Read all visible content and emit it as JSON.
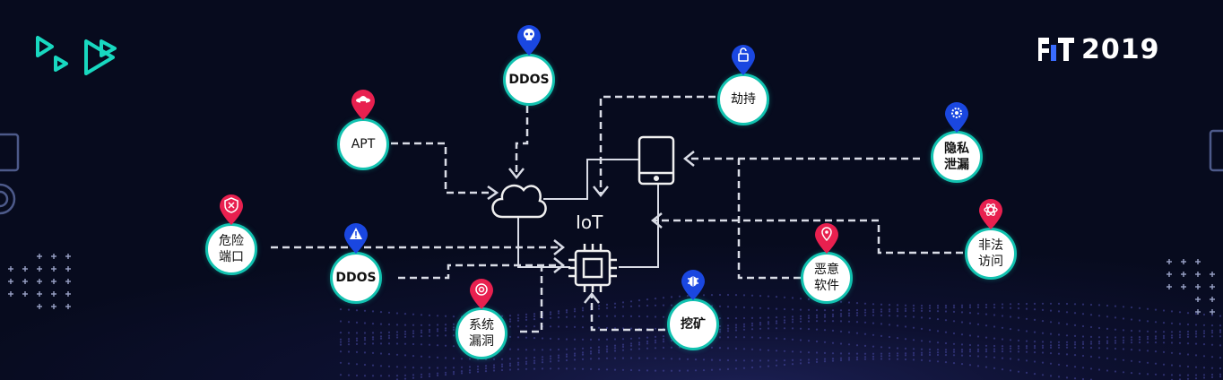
{
  "brand": {
    "logo_text": "FIT 2019"
  },
  "center": {
    "label": "IoT"
  },
  "threats": [
    {
      "id": "ddos-top",
      "label": "DDOS",
      "icon": "skull-icon",
      "color": "#1a47e0"
    },
    {
      "id": "hijack",
      "label": "劫持",
      "icon": "unlock-icon",
      "color": "#1a47e0"
    },
    {
      "id": "apt",
      "label": "APT",
      "icon": "hacker-icon",
      "color": "#e8204f"
    },
    {
      "id": "privacy-leak",
      "label": "隐私\n泄漏",
      "icon": "gear-icon",
      "color": "#1a47e0"
    },
    {
      "id": "danger-port",
      "label": "危险\n端口",
      "icon": "shield-x-icon",
      "color": "#e8204f"
    },
    {
      "id": "ddos-bottom",
      "label": "DDOS",
      "icon": "warning-icon",
      "color": "#1a47e0"
    },
    {
      "id": "illegal-access",
      "label": "非法\n访问",
      "icon": "atom-icon",
      "color": "#e8204f"
    },
    {
      "id": "malware",
      "label": "恶意\n软件",
      "icon": "location-icon",
      "color": "#e8204f"
    },
    {
      "id": "system-vuln",
      "label": "系统\n漏洞",
      "icon": "target-icon",
      "color": "#e8204f"
    },
    {
      "id": "mining",
      "label": "挖矿",
      "icon": "bug-icon",
      "color": "#1a47e0"
    }
  ],
  "colors": {
    "node_border": "#12c2b0",
    "line": "#d9dce6",
    "accent_neon": "#18d8c0",
    "logo_accent": "#3a6cff"
  }
}
